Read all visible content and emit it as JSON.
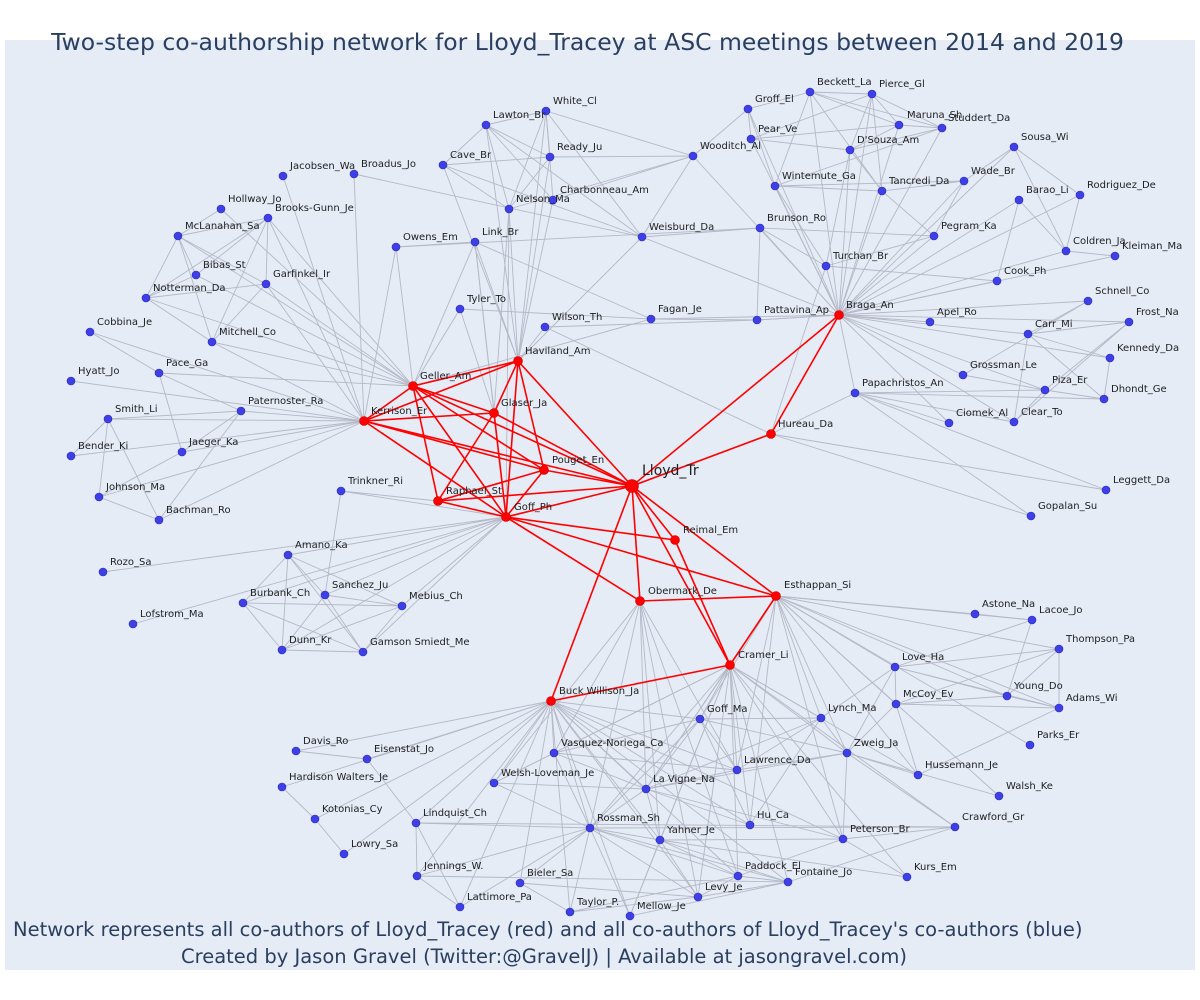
{
  "title": "Two-step co-authorship network for Lloyd_Tracey at ASC meetings between 2014 and 2019",
  "footer": {
    "line1": "Network represents all co-authors of Lloyd_Tracey (red) and all co-authors of Lloyd_Tracey's co-authors (blue)",
    "line2": "Created by Jason Gravel (Twitter:@GravelJ) | Available at jasongravel.com)"
  },
  "colors": {
    "coauthor": "#ff0000",
    "second_step": "#3f3fe6",
    "edge_red": "#ff0000",
    "edge_gray": "#b5b8c7",
    "background": "#e5ecf6"
  },
  "chart_data": {
    "type": "network",
    "center": "Lloyd_Tr",
    "red_nodes": [
      "Lloyd_Tr",
      "Haviland_Am",
      "Geller_Am",
      "Glaser_Ja",
      "Kerrison_Er",
      "Pouget_En",
      "Raphael_St",
      "Goff_Ph",
      "Reimal_Em",
      "Obermark_De",
      "Esthappan_Si",
      "Cramer_Li",
      "Buck Willison_Ja",
      "Hureau_Da",
      "Braga_An"
    ],
    "blue_nodes": [
      "Beckett_La",
      "Pierce_Gl",
      "Groff_El",
      "White_Cl",
      "Lawton_Br",
      "Maruna_Sh",
      "Studdert_Da",
      "Pear_Ve",
      "D'Souza_Am",
      "Ready_Ju",
      "Woodich_Al",
      "Sousa_Wi",
      "Cave_Br",
      "Broadus_Jo",
      "Jacobsen_Wa",
      "Wintemute_Ga",
      "Tancredi_Da",
      "Wade_Br",
      "Barao_Li",
      "Rodriguez_De",
      "Nelson_Ma",
      "Charbonneau_Am",
      "Hollway_Jo",
      "Brooks-Gunn_Je",
      "Weisburd_Da",
      "Brunson_Ro",
      "Pegram_Ka",
      "McLanahan_Sa",
      "Link_Br",
      "Owens_Em",
      "Coldren_Ja",
      "Kleiman_Ma",
      "Bibas_St",
      "Turchan_Br",
      "Garfinkel_Ir",
      "Cook_Ph",
      "Notterman_Da",
      "Schnell_Co",
      "Tyler_To",
      "Fagan_Je",
      "Pattavina_Ap",
      "Apel_Ro",
      "Frost_Na",
      "Cobbina_Je",
      "Wilson_Th",
      "Carr_Mi",
      "Mitchell_Co",
      "Kennedy_Da",
      "Pace_Ga",
      "Hyatt_Jo",
      "Grossman_Le",
      "Papachristos_An",
      "Piza_Er",
      "Dhondt_Ge",
      "Paternoster_Ra",
      "Smith_Li",
      "Ciomek_Al",
      "Clear_To",
      "Jaeger_Ka",
      "Bender_Ki",
      "Trinkner_Ri",
      "Leggett_Da",
      "Johnson_Ma",
      "Bachman_Ro",
      "Gopalan_Su",
      "Amano_Ka",
      "Rozo_Sa",
      "Sanchez_Ju",
      "Burbank_Ch",
      "Mebius_Ch",
      "Lofstrom_Ma",
      "Astone_Na",
      "Lacoe_Jo",
      "Dunn_Kr",
      "Gamson Smiedt_Me",
      "Thompson_Pa",
      "Love_Ha",
      "Young_Do",
      "McCoy_Ev",
      "Adams_Wi",
      "Goff_Ma",
      "Lynch_Ma",
      "Parks_Er",
      "Davis_Ro",
      "Vasquez-Noriega_Ca",
      "Zweig_Ja",
      "Eisenstat_Jo",
      "Lawrence_Da",
      "Hussemann_Je",
      "Hardison Walters_Je",
      "Welsh-Loveman_Je",
      "La Vigne_Na",
      "Walsh_Ke",
      "Kotonias_Cy",
      "Lindquist_Ch",
      "Hu_Ca",
      "Crawford_Gr",
      "Rossman_Sh",
      "Yahner_Je",
      "Peterson_Br",
      "Lowry_Sa",
      "Jennings_W.",
      "Paddock_El",
      "Fontaine_Jo",
      "Kurs_Em",
      "Bieler_Sa",
      "Lattimore_Pa",
      "Levy_Je",
      "Taylor_P.",
      "Mellow_Je"
    ]
  }
}
